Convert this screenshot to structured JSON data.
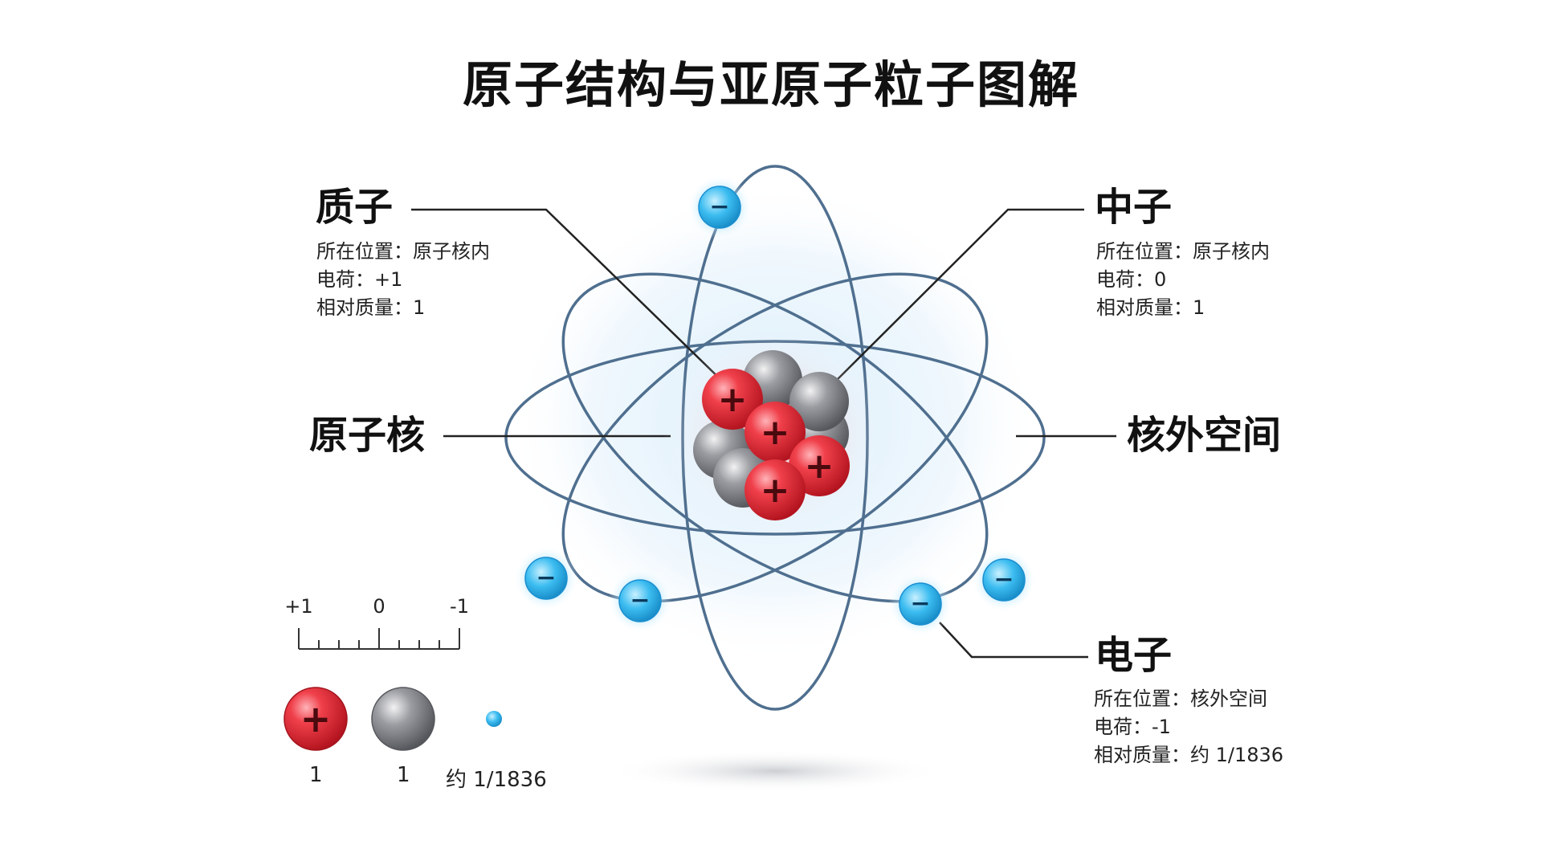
{
  "title": "原子结构与亚原子粒子图解",
  "labels": {
    "proton": {
      "name": "质子",
      "location": "所在位置：原子核内",
      "charge": "电荷：+1",
      "mass": "相对质量：1"
    },
    "neutron": {
      "name": "中子",
      "location": "所在位置：原子核内",
      "charge": "电荷：0",
      "mass": "相对质量：1"
    },
    "nucleus": {
      "name": "原子核"
    },
    "extranuclear": {
      "name": "核外空间"
    },
    "electron": {
      "name": "电子",
      "location": "所在位置：核外空间",
      "charge": "电荷：-1",
      "mass": "相对质量：约 1/1836"
    }
  },
  "charge_scale": {
    "plus": "+1",
    "zero": "0",
    "minus": "-1"
  },
  "legend": {
    "proton_mass": "1",
    "neutron_mass": "1",
    "electron_mass": "约 1/1836"
  },
  "symbols": {
    "plus": "+",
    "minus": "−"
  },
  "colors": {
    "proton": "#e0313c",
    "neutron": "#8a8c90",
    "electron": "#33b6ec",
    "orbit": "#4f6f8f",
    "leader": "#222222"
  }
}
